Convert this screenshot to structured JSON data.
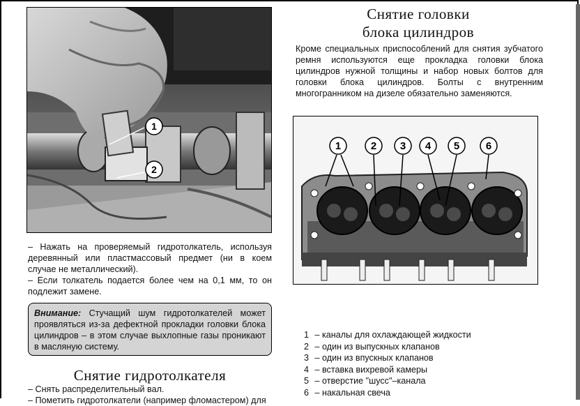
{
  "right_section": {
    "title_line1": "Снятие головки",
    "title_line2": "блока цилиндров",
    "intro": "Кроме специальных приспособлений для снятия зубчатого ремня используются еще прокладка головки блока цилиндров нужной толщины и набор новых болтов для головки блока цилиндров. Болты с внутренним многогранником на дизеле обязательно заменяются.",
    "photo_callouts": [
      "1",
      "2",
      "3",
      "4",
      "5",
      "6"
    ],
    "legend": [
      {
        "num": "1",
        "text": "– каналы для охлаждающей жидкости"
      },
      {
        "num": "2",
        "text": "– один из выпускных клапанов"
      },
      {
        "num": "3",
        "text": "– один из впускных клапанов"
      },
      {
        "num": "4",
        "text": "– вставка вихревой камеры"
      },
      {
        "num": "5",
        "text": "– отверстие \"шусс\"–канала"
      },
      {
        "num": "6",
        "text": "– накальная свеча"
      }
    ]
  },
  "left_section": {
    "photo_callouts": [
      "1",
      "2"
    ],
    "step1": "– Нажать на проверяемый гидротолкатель, используя деревянный или пластмассовый предмет (ни в коем случае не металлический).",
    "step2": "– Если толкатель подается более чем на 0,1 мм, то он подлежит замене.",
    "warning_label": "Внимание:",
    "warning_text": " Стучащий шум гидротолкателей может проявляться из-за дефектной прокладки головки блока цилиндров – в этом случае выхлопные газы проникают в масляную систему.",
    "subtitle": "Снятие гидротолкателя",
    "step3": "– Снять распределительный вал.",
    "step4_partial": "– Пометить гидротолкатели (например фломастером) для"
  }
}
